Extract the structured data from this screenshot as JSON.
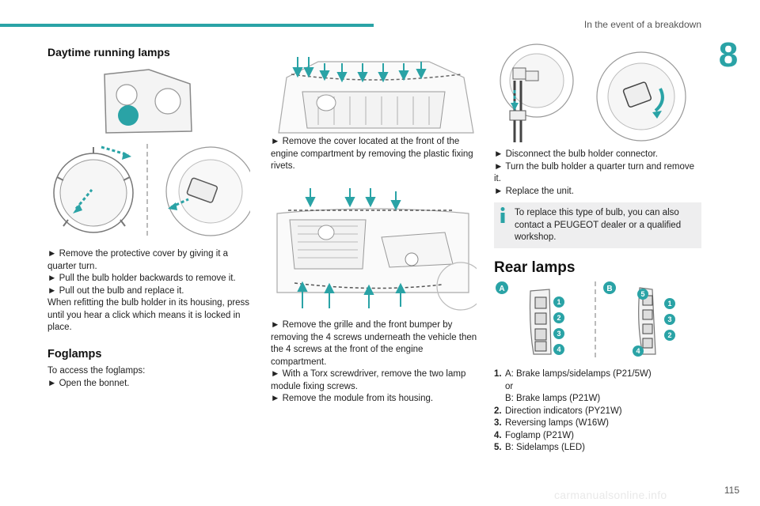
{
  "header": {
    "section": "In the event of a breakdown",
    "chapter": "8"
  },
  "footer": {
    "page": "115",
    "watermark": "carmanualsonline.info"
  },
  "colors": {
    "accent": "#2aa3a6",
    "note_bg": "#eeeeef"
  },
  "col1": {
    "drl_title": "Daytime running lamps",
    "steps": [
      "► Remove the protective cover by giving it a quarter turn.",
      "► Pull the bulb holder backwards to remove it.",
      "► Pull out the bulb and replace it.",
      "When refitting the bulb holder in its housing, press until you hear a click which means it is locked in place."
    ],
    "fog_title": "Foglamps",
    "fog_intro": "To access the foglamps:",
    "fog_step": "► Open the bonnet."
  },
  "col2": {
    "step1": "► Remove the cover located at the front of the engine compartment by removing the plastic fixing rivets.",
    "steps2": [
      "► Remove the grille and the front bumper by removing the 4 screws underneath the vehicle then the 4 screws at the front of the engine compartment.",
      "► With a Torx screwdriver, remove the two lamp module fixing screws.",
      "► Remove the module from its housing."
    ]
  },
  "col3": {
    "steps": [
      "► Disconnect the bulb holder connector.",
      "► Turn the bulb holder a quarter turn and remove it.",
      "► Replace the unit."
    ],
    "note": "To replace this type of bulb, you can also contact a PEUGEOT dealer or a qualified workshop.",
    "rear_title": "Rear lamps",
    "badges": [
      "A",
      "B"
    ],
    "lamp_a_callouts": [
      "1",
      "2",
      "3",
      "4"
    ],
    "lamp_b_callouts": [
      "5",
      "1",
      "3",
      "2",
      "4"
    ],
    "list": [
      {
        "n": "1.",
        "lines": [
          "A: Brake lamps/sidelamps (P21/5W)",
          "or",
          "B: Brake lamps (P21W)"
        ]
      },
      {
        "n": "2.",
        "lines": [
          "Direction indicators (PY21W)"
        ]
      },
      {
        "n": "3.",
        "lines": [
          "Reversing lamps (W16W)"
        ]
      },
      {
        "n": "4.",
        "lines": [
          "Foglamp (P21W)"
        ]
      },
      {
        "n": "5.",
        "lines": [
          "B: Sidelamps (LED)"
        ]
      }
    ]
  }
}
